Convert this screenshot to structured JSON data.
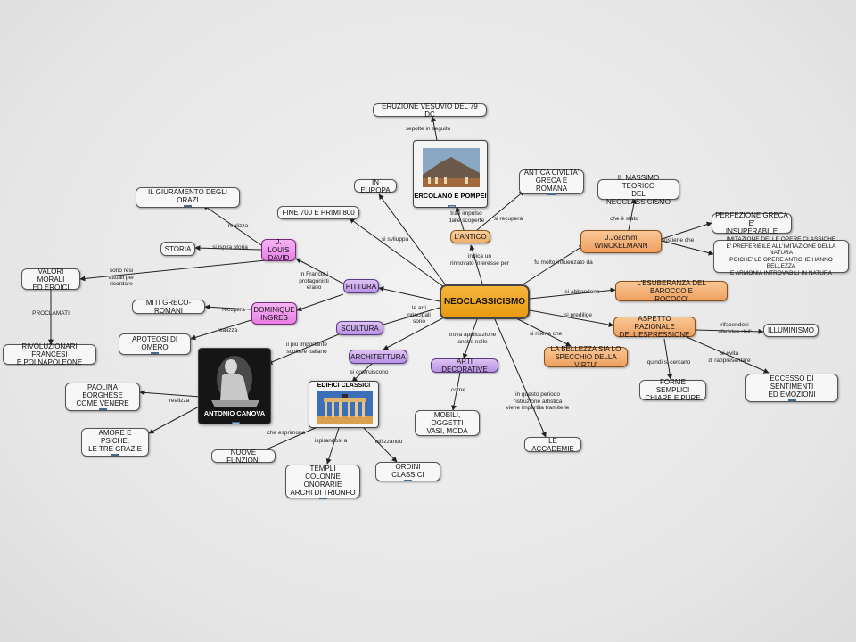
{
  "nodes": {
    "main": "NEOCLASSICISMO",
    "eruzione": "ERUZIONE VESUVIO DEL 79 DC",
    "ercolano": "ERCOLANO E POMPEI",
    "in_europa": "IN EUROPA",
    "fine700": "FINE 700 E PRIMI 800",
    "antica": "ANTICA CIVILTA'\nGRECA E ROMANA",
    "lantico": "L'ANTICO",
    "massimo": "IL MASSIMO TEORICO\nDEL NEOCLASSICISMO",
    "winckelmann": "J.Joachim\nWINCKELMANN",
    "perfezione": "PERFEZIONE GRECA E'\nINSUPERABILE",
    "imitazione": "IMITAZIONE DELLE OPERE CLASSICHE\nE' PREFERIBILE ALL'IMITAZIONE DELLA NATURA\nPOICHE' LE OPERE ANTICHE HANNO BELLEZZA\nE ARMONIA INTROVABILI IN NATURA",
    "esuberanza": "L'ESUBERANZA DEL BAROCCO E\nROCOCO'",
    "aspetto": "ASPETTO RAZIONALE\nDELL'ESPRESSIONE",
    "illuminismo": "ILLUMINISMO",
    "forme": "FORME SEMPLICI\nCHIARE E PURE",
    "eccesso": "ECCESSO DI SENTIMENTI\nED EMOZIONI",
    "bellezza": "LA BELLEZZA SIA LO\nSPECCHIO DELLA VIRTU'",
    "accademie": "LE ACCADEMIE",
    "arti_dec": "ARTI DECORATIVE",
    "mobili": "MOBILI, OGGETTI\nVASI, MODA",
    "architettura": "ARCHITETTURA",
    "edifici": "EDIFICI CLASSICI",
    "nuove": "NUOVE FUNZIONI",
    "templi": "TEMPLI\nCOLONNE ONORARIE\nARCHI DI TRIONFO",
    "ordini": "ORDINI CLASSICI",
    "scultura": "SCULTURA",
    "canova": "ANTONIO CANOVA",
    "paolina": "PAOLINA BORGHESE\nCOME VENERE",
    "amore": "AMORE E PSICHE,\nLE TRE GRAZIE",
    "pittura": "PITTURA",
    "david": "J. LOUIS\nDAVID",
    "ingres": "DOMINIQUE\nINGRES",
    "giuramento": "IL GIURAMENTO DEGLI ORAZI",
    "storia": "STORIA",
    "valori": "VALORI MORALI\nED EROICI",
    "rivoluzioni": "RIVOLUZIONARI FRANCESI\nE POI NAPOLEONE",
    "miti": "MITI GRECO-ROMANI",
    "apoteosi": "APOTEOSI DI OMERO"
  },
  "links": {
    "sepolte": "sepolte in seguito",
    "trae": "trae impulso\ndalle scoperte",
    "si_sviluppa": "si sviluppa",
    "si_recupera": "si recupera",
    "indica": "indica un\nrinnovato interesse per",
    "che_stato": "che è stato",
    "fu_molto": "fu molto influenzato da",
    "sostiene": "sostiene che",
    "si_abbandona": "si abbandona",
    "si_predilige": "si predilige",
    "rifacendosi": "rifacendosi\nalle idee dell'",
    "si_evita": "si evita\ndi rappresentare",
    "quindi": "quindi si cercano",
    "si_ritiene": "si ritiene che",
    "in_questo": "in questo periodo\nl'istruzione artistica\nviene impartita tramite le",
    "trova": "trova applicazione\nanche nelle",
    "come": "come",
    "le_arti": "le arti\nprincipali\nsono",
    "si_costruiscono": "si costruiscono",
    "che_esprimono": "che esprimono",
    "ispirandosi": "ispirandosi a",
    "utilizzando": "utilizzando",
    "il_piu": "il più importante\nscultore italiano",
    "realizza_canova": "realizza",
    "in_francia": "In Francia i\nprotagonisti\nerano",
    "realizza_david": "realizza",
    "si_ispira": "si ispira storia",
    "sono_resi": "sono resi\nattuali per\nricordare",
    "proclamati": "PROCLAMATI",
    "recupera": "recupera",
    "realizza_ingres": "realizza"
  }
}
